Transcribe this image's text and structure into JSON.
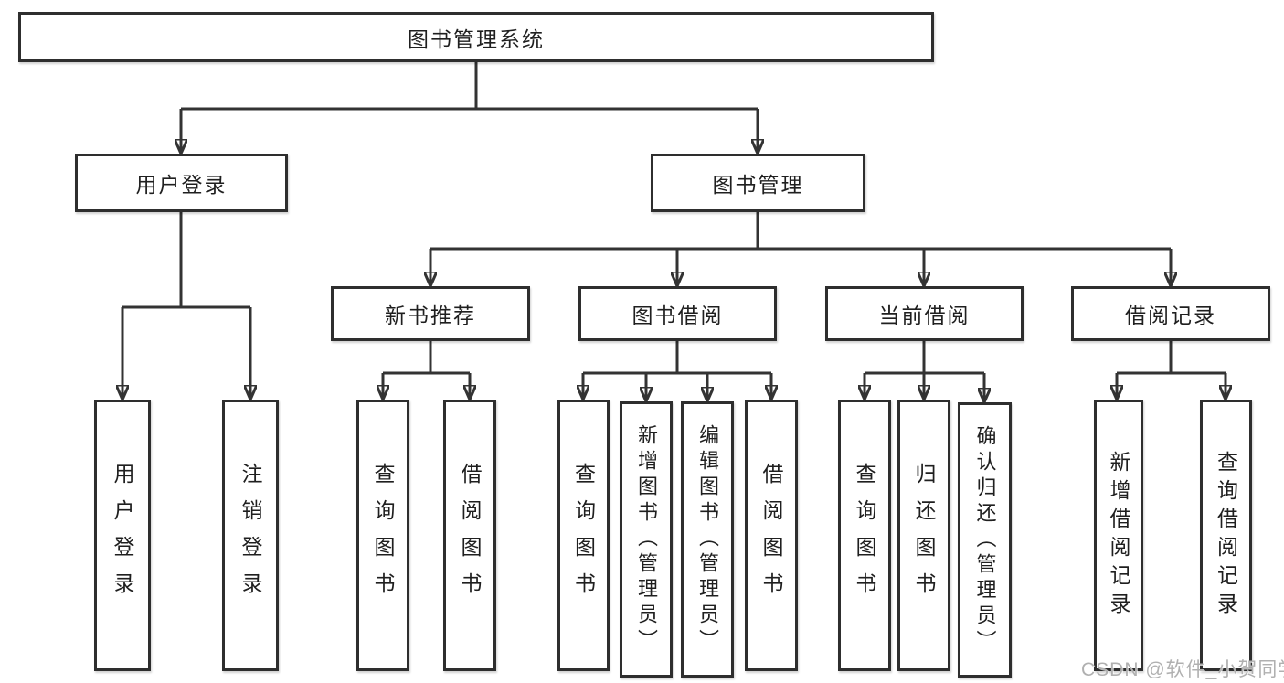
{
  "diagram": {
    "tree": {
      "root": {
        "label": "图书管理系统"
      },
      "user_login": {
        "label": "用户登录",
        "children": [
          {
            "label": "用户登录"
          },
          {
            "label": "注销登录"
          }
        ]
      },
      "book_mgmt": {
        "label": "图书管理",
        "sections": [
          {
            "label": "新书推荐",
            "children": [
              {
                "label": "查询图书"
              },
              {
                "label": "借阅图书"
              }
            ]
          },
          {
            "label": "图书借阅",
            "children": [
              {
                "label": "查询图书"
              },
              {
                "label": "新增图书（管理员）"
              },
              {
                "label": "编辑图书（管理员）"
              },
              {
                "label": "借阅图书"
              }
            ]
          },
          {
            "label": "当前借阅",
            "children": [
              {
                "label": "查询图书"
              },
              {
                "label": "归还图书"
              },
              {
                "label": "确认归还（管理员）"
              }
            ]
          },
          {
            "label": "借阅记录",
            "children": [
              {
                "label": "新增借阅记录"
              },
              {
                "label": "查询借阅记录"
              }
            ]
          }
        ]
      }
    },
    "colors": {
      "line": "#333333",
      "box_border": "#2e2e2e",
      "text": "#1f1f1f",
      "watermark": "#b0b0b0",
      "background": "#ffffff"
    }
  },
  "watermark": {
    "text": "CSDN @软件_小贺同学"
  }
}
